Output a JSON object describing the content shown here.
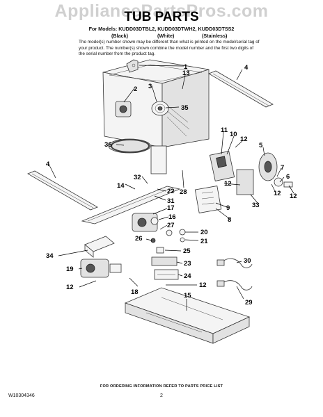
{
  "watermark": "AppliancePartsPros.com",
  "title": "TUB PARTS",
  "models_line": "For Models: KUDD03DTBL2, KUDD03DTWH2, KUDD03DTSS2",
  "variants": [
    "(Black)",
    "(White)",
    "(Stainless)"
  ],
  "notice": "The model(s) number shown may be different than what is printed on the model/serial tag of your product. The number(s) shown combine the model number and the first two digits of the serial number from the product tag.",
  "callouts": {
    "c1": "1",
    "c2": "2",
    "c3": "3",
    "c4a": "4",
    "c4b": "4",
    "c5": "5",
    "c6": "6",
    "c7": "7",
    "c8": "8",
    "c9": "9",
    "c10": "10",
    "c11": "11",
    "c12a": "12",
    "c12b": "12",
    "c12c": "12",
    "c12d": "12",
    "c12e": "12",
    "c13": "13",
    "c14": "14",
    "c15": "15",
    "c16": "16",
    "c17": "17",
    "c18": "18",
    "c19": "19",
    "c20": "20",
    "c21": "21",
    "c22": "22",
    "c23": "23",
    "c24": "24",
    "c25": "25",
    "c26": "26",
    "c27": "27",
    "c28": "28",
    "c29": "29",
    "c30": "30",
    "c31": "31",
    "c32": "32",
    "c33": "33",
    "c34": "34",
    "c35": "35",
    "c36": "36"
  },
  "footer": "FOR ORDERING INFORMATION REFER TO PARTS PRICE LIST",
  "doc_number": "W10304346",
  "page_number": "2"
}
